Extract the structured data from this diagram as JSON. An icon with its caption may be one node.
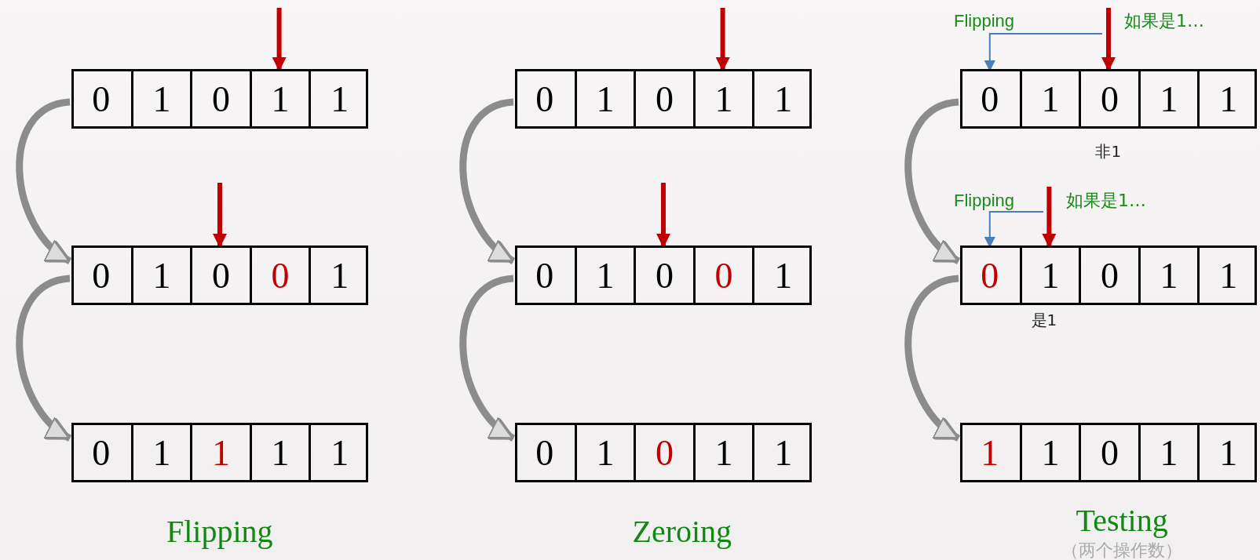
{
  "diagram": {
    "nodes": [
      {
        "text": [],
        "shape": "box"
      },
      {
        "text": [
          "0"
        ],
        "in": 0
      },
      {
        "text": [
          "1"
        ],
        "in": 0
      },
      {
        "text": [
          "0"
        ],
        "in": 0
      },
      {
        "text": [
          "1"
        ],
        "in": 0
      },
      {
        "text": [
          "1"
        ],
        "in": 0
      },
      {
        "text": [],
        "shape": "box"
      },
      {
        "text": [
          "0"
        ],
        "in": 6
      },
      {
        "text": [
          "1"
        ],
        "in": 6
      },
      {
        "text": [
          "0"
        ],
        "in": 6
      },
      {
        "text": [
          "0"
        ],
        "in": 6
      },
      {
        "text": [
          "1"
        ],
        "in": 6
      },
      {
        "text": [],
        "shape": "box"
      },
      {
        "text": [
          "0"
        ],
        "in": 12
      },
      {
        "text": [
          "1"
        ],
        "in": 12
      },
      {
        "text": [
          "1"
        ],
        "in": 12
      },
      {
        "text": [
          "1"
        ],
        "in": 12
      },
      {
        "text": [
          "1"
        ],
        "in": 12
      },
      {
        "text": [],
        "shape": "box"
      },
      {
        "text": [
          "0"
        ],
        "in": 18
      },
      {
        "text": [
          "1"
        ],
        "in": 18
      },
      {
        "text": [
          "0"
        ],
        "in": 18
      },
      {
        "text": [
          "1"
        ],
        "in": 18
      },
      {
        "text": [
          "1"
        ],
        "in": 18
      },
      {
        "text": [],
        "shape": "box"
      },
      {
        "text": [
          "0"
        ],
        "in": 24
      },
      {
        "text": [
          "1"
        ],
        "in": 24
      },
      {
        "text": [
          "0"
        ],
        "in": 24
      },
      {
        "text": [
          "0"
        ],
        "in": 24
      },
      {
        "text": [
          "1"
        ],
        "in": 24
      },
      {
        "text": [],
        "shape": "box"
      },
      {
        "text": [
          "0"
        ],
        "in": 30
      },
      {
        "text": [
          "1"
        ],
        "in": 30
      },
      {
        "text": [
          "0"
        ],
        "in": 30
      },
      {
        "text": [
          "1"
        ],
        "in": 30
      },
      {
        "text": [
          "1"
        ],
        "in": 30
      },
      {
        "text": [],
        "shape": "box"
      },
      {
        "text": [
          "0"
        ],
        "in": 36
      },
      {
        "text": [
          "1"
        ],
        "in": 36
      },
      {
        "text": [
          "0"
        ],
        "in": 36,
        "beside": [
          "非1"
        ]
      },
      {
        "text": [
          "1"
        ],
        "in": 36
      },
      {
        "text": [
          "1"
        ],
        "in": 36
      },
      {
        "text": [],
        "shape": "box"
      },
      {
        "text": [
          "0"
        ],
        "in": 42
      },
      {
        "text": [
          "1"
        ],
        "in": 42
      },
      {
        "text": [
          "0"
        ],
        "in": 42
      },
      {
        "text": [
          "1"
        ],
        "in": 42
      },
      {
        "text": [
          "1"
        ],
        "in": 42
      },
      {
        "text": [],
        "shape": "box"
      },
      {
        "text": [
          "1"
        ],
        "in": 48
      },
      {
        "text": [
          "1"
        ],
        "in": 48
      },
      {
        "text": [
          "0"
        ],
        "in": 48
      },
      {
        "text": [
          "1"
        ],
        "in": 48
      },
      {
        "text": [
          "1"
        ],
        "in": 48
      }
    ],
    "edges": [
      {
        "from": 0,
        "to": 6,
        "arrow": "to"
      },
      {
        "from": 6,
        "to": 12,
        "arrow": "to"
      },
      {
        "from": 18,
        "to": 24,
        "arrow": "to"
      },
      {
        "from": 24,
        "to": 30,
        "arrow": "to"
      },
      {
        "from": 36,
        "to": 42,
        "arrow": "to"
      },
      {
        "from": 42,
        "to": 48,
        "arrow": "to"
      },
      {
        "from": null,
        "to": 4,
        "arrow": "to",
        "color": "#c00000"
      },
      {
        "from": null,
        "to": 9,
        "arrow": "to",
        "color": "#c00000"
      },
      {
        "from": null,
        "to": 22,
        "arrow": "to",
        "color": "#c00000"
      },
      {
        "from": null,
        "to": 27,
        "arrow": "to",
        "color": "#c00000"
      },
      {
        "from": null,
        "to": 39,
        "arrow": "to",
        "color": "#c00000"
      },
      {
        "from": null,
        "to": 44,
        "arrow": "to",
        "color": "#c00000"
      },
      {
        "from": null,
        "to": 37,
        "arrow": "to",
        "color": "#4a7ebb"
      },
      {
        "from": null,
        "to": 43,
        "arrow": "to",
        "color": "#4a7ebb"
      }
    ],
    "labels": [
      "Flipping",
      "如果是1…",
      "Flipping",
      "如果是1…",
      "是1",
      "Flipping",
      "Zeroing",
      "Testing",
      "（两个操作数）"
    ]
  }
}
